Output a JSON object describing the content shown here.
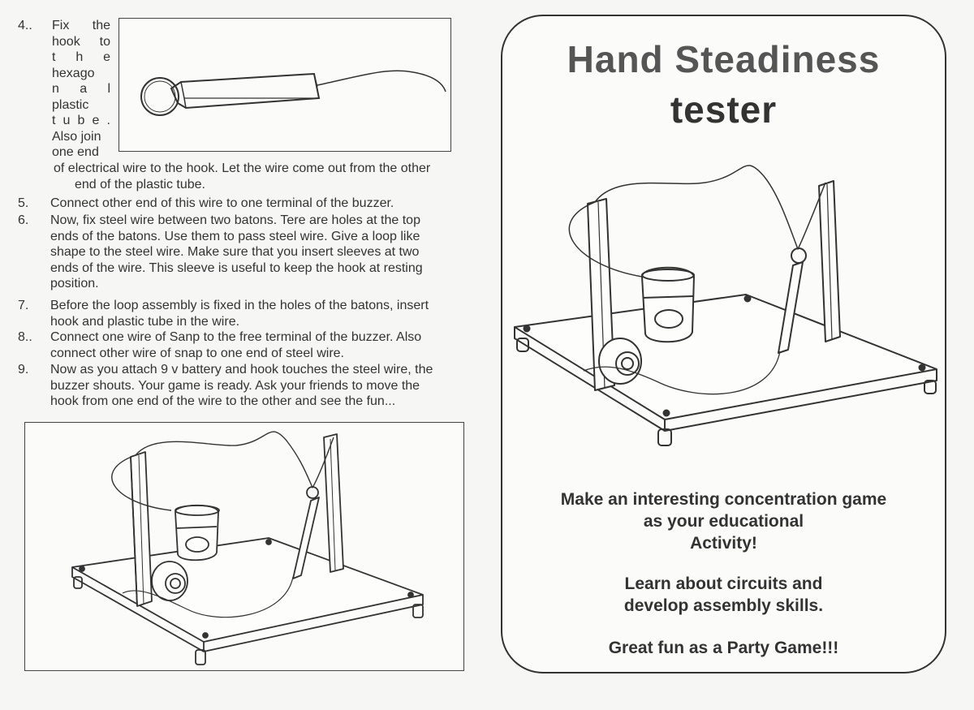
{
  "steps": {
    "s4": {
      "num": "4..",
      "narrow_lines": [
        "Fix the",
        "hook to",
        "t h e",
        "hexago",
        "n a l",
        "plastic",
        "t u b e .",
        "Also join",
        "one end"
      ],
      "wide_lines": [
        "of electrical wire to the hook. Let the wire come out from the other",
        "end of the plastic tube."
      ]
    },
    "s5": {
      "num": "5.",
      "lines": [
        "Connect other end of this wire to one terminal of the buzzer."
      ]
    },
    "s6": {
      "num": "6.",
      "lines": [
        "Now, fix steel wire between two batons. Tere are holes at the top",
        "ends of the batons. Use them to pass steel wire. Give a loop like",
        "shape to the steel wire. Make sure that you insert sleeves at two",
        "ends of the wire. This sleeve is useful to keep the hook at resting",
        "position."
      ]
    },
    "s7": {
      "num": "7.",
      "lines": [
        "Before the loop assembly is fixed in the holes of the batons, insert",
        "hook and plastic tube in the wire."
      ]
    },
    "s8": {
      "num": "8..",
      "lines": [
        "Connect one  wire of Sanp to the free terminal of the buzzer. Also",
        "connect other wire of snap to one end of steel wire."
      ]
    },
    "s9": {
      "num": "9.",
      "lines": [
        "Now as you attach 9 v battery and hook touches the steel wire, the",
        "buzzer shouts. Your game is ready. Ask your friends to move the",
        "hook from one end of the wire to the other and see the fun..."
      ]
    }
  },
  "panel": {
    "title_line1": "Hand Steadiness",
    "title_line2": "tester",
    "promo1_line1": "Make an interesting concentration game",
    "promo1_line2": "as your educational",
    "promo1_line3": "Activity!",
    "promo2_line1": "Learn about circuits and",
    "promo2_line2": "develop assembly skills.",
    "promo3": "Great fun as a Party Game!!!"
  },
  "colors": {
    "ink": "#333333",
    "paper": "#f6f6f4",
    "title_gray": "#555555"
  }
}
